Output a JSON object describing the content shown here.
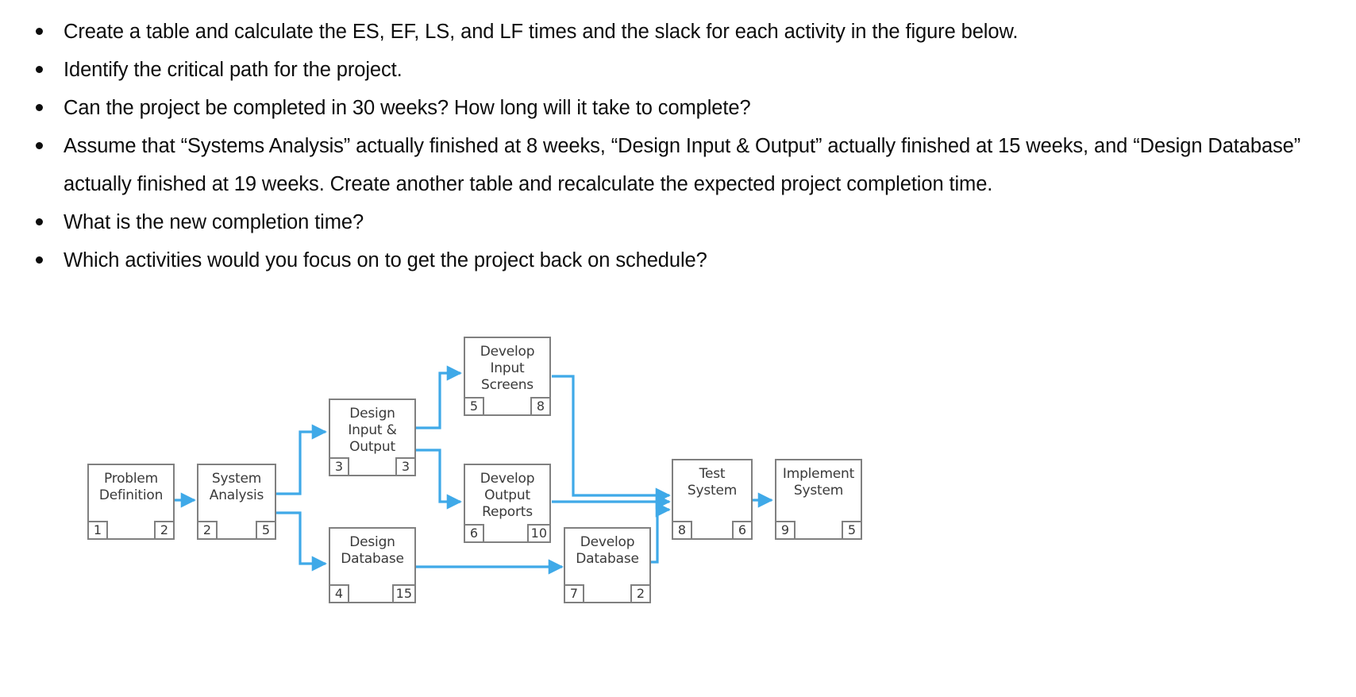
{
  "questions": [
    "Create a table and calculate the ES, EF, LS, and LF times and the slack for each activity in the figure below.",
    "Identify the critical path for the project.",
    "Can the project be completed in 30 weeks?  How long will it take to complete?",
    "Assume that “Systems Analysis” actually finished at 8 weeks, “Design Input & Output” actually finished at 15 weeks, and “Design Database” actually finished at 19 weeks. Create another table and recalculate the expected project completion time.",
    "What is the new completion time?",
    "Which activities would you focus on to get the project back on schedule?"
  ],
  "diagram": {
    "arrow_color": "#3FA9E8",
    "box_border_color": "#808080",
    "text_color": "#3A3A3A",
    "nodes": [
      {
        "id": "problem-definition",
        "title": "Problem\nDefinition",
        "left_number": "1",
        "right_number": "2"
      },
      {
        "id": "system-analysis",
        "title": "System\nAnalysis",
        "left_number": "2",
        "right_number": "5"
      },
      {
        "id": "design-input-output",
        "title": "Design\nInput &\nOutput",
        "left_number": "3",
        "right_number": "3"
      },
      {
        "id": "design-database",
        "title": "Design\nDatabase",
        "left_number": "4",
        "right_number": "15"
      },
      {
        "id": "develop-input-screens",
        "title": "Develop\nInput\nScreens",
        "left_number": "5",
        "right_number": "8"
      },
      {
        "id": "develop-output-reports",
        "title": "Develop\nOutput\nReports",
        "left_number": "6",
        "right_number": "10"
      },
      {
        "id": "develop-database",
        "title": "Develop\nDatabase",
        "left_number": "7",
        "right_number": "2"
      },
      {
        "id": "test-system",
        "title": "Test\nSystem",
        "left_number": "8",
        "right_number": "6"
      },
      {
        "id": "implement-system",
        "title": "Implement\nSystem",
        "left_number": "9",
        "right_number": "5"
      }
    ],
    "edges": [
      {
        "from": "problem-definition",
        "to": "system-analysis"
      },
      {
        "from": "system-analysis",
        "to": "design-input-output"
      },
      {
        "from": "system-analysis",
        "to": "design-database"
      },
      {
        "from": "design-input-output",
        "to": "develop-input-screens"
      },
      {
        "from": "design-input-output",
        "to": "develop-output-reports"
      },
      {
        "from": "design-database",
        "to": "develop-database"
      },
      {
        "from": "develop-input-screens",
        "to": "test-system"
      },
      {
        "from": "develop-output-reports",
        "to": "test-system"
      },
      {
        "from": "develop-database",
        "to": "test-system"
      },
      {
        "from": "test-system",
        "to": "implement-system"
      }
    ]
  }
}
